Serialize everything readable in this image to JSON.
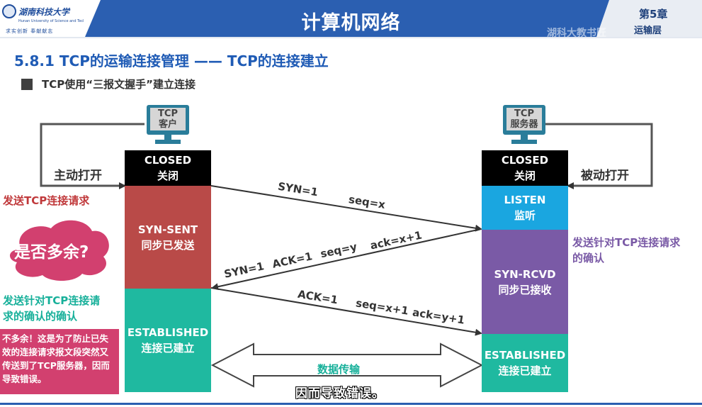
{
  "header": {
    "school_name": "湖南科技大学",
    "school_name_en": "Hunan University of Science and Technology",
    "motto": "求实创新 奉献献志",
    "course_title": "计算机网络",
    "chapter_num": "第5章",
    "chapter_layer": "运输层",
    "watermark": "湖科大教书匠"
  },
  "section_title": "5.8.1 TCP的运输连接管理 —— TCP的连接建立",
  "bullet_text": "TCP使用“三报文握手”建立连接",
  "client": {
    "label_line1": "TCP",
    "label_line2": "客户",
    "open_label": "主动打开",
    "states": [
      {
        "en": "CLOSED",
        "zh": "关闭",
        "color": "#000000"
      },
      {
        "en": "SYN-SENT",
        "zh": "同步已发送",
        "color": "#b94a48"
      },
      {
        "en": "ESTABLISHED",
        "zh": "连接已建立",
        "color": "#1fb9a0"
      }
    ]
  },
  "server": {
    "label_line1": "TCP",
    "label_line2": "服务器",
    "open_label": "被动打开",
    "states": [
      {
        "en": "CLOSED",
        "zh": "关闭",
        "color": "#000000"
      },
      {
        "en": "LISTEN",
        "zh": "监听",
        "color": "#1aa6e0"
      },
      {
        "en": "SYN-RCVD",
        "zh": "同步已接收",
        "color": "#7a5aa6"
      },
      {
        "en": "ESTABLISHED",
        "zh": "连接已建立",
        "color": "#1fb9a0"
      }
    ]
  },
  "messages": {
    "m1_syn": "SYN=1",
    "m1_seq": "seq=x",
    "m2_syn": "SYN=1",
    "m2_ack": "ACK=1",
    "m2_seq": "seq=y",
    "m2_acknum": "ack=x+1",
    "m3_ack": "ACK=1",
    "m3_seq": "seq=x+1",
    "m3_acknum": "ack=y+1"
  },
  "notes": {
    "send_request": "发送TCP连接请求",
    "server_confirm_1": "发送针对TCP连接请求",
    "server_confirm_2": "的确认",
    "client_confirm_1": "发送针对TCP连接请",
    "client_confirm_2": "求的确认的确认",
    "bubble": "是否多余?",
    "explain": "不多余！这是为了防止已失效的连接请求报文段突然又传送到了TCP服务器，因而导致错误。",
    "data_transfer": "数据传输",
    "subtitle": "因而导致错误。"
  },
  "colors": {
    "header_blue": "#2b5fb1",
    "title_blue": "#1f5bb5",
    "note_red": "#c0393b",
    "note_purple": "#7a5aa6",
    "note_teal": "#17b09a",
    "explain_pink": "#d2406f"
  }
}
